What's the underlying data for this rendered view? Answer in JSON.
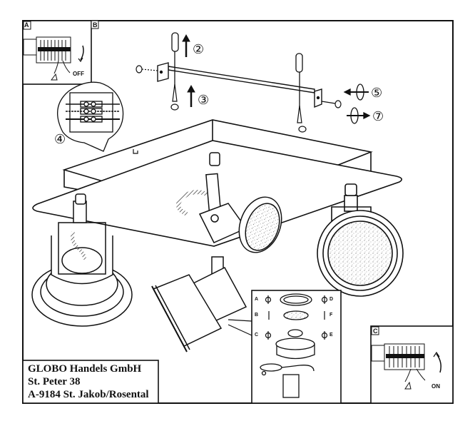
{
  "document": {
    "type": "Assembly instruction diagram",
    "subject": "Ceiling spotlight with four adjustable spots"
  },
  "insets": {
    "a": {
      "label": "A",
      "caption": "OFF"
    },
    "b": {
      "label": "B"
    },
    "c": {
      "label": "C",
      "caption": "ON"
    }
  },
  "steps": {
    "step2": "②",
    "step3": "③",
    "step4": "④",
    "step5": "⑤",
    "step7": "⑦"
  },
  "parts_detail": {
    "left_labels": [
      "A",
      "B",
      "C"
    ],
    "right_labels": [
      "D",
      "F",
      "E"
    ]
  },
  "manufacturer": {
    "name": "GLOBO Handels GmbH",
    "street": "St. Peter 38",
    "city": "A-9184 St. Jakob/Rosental"
  },
  "colors": {
    "ink": "#111111",
    "paper": "#ffffff",
    "diffuser_dots": "#777777"
  }
}
